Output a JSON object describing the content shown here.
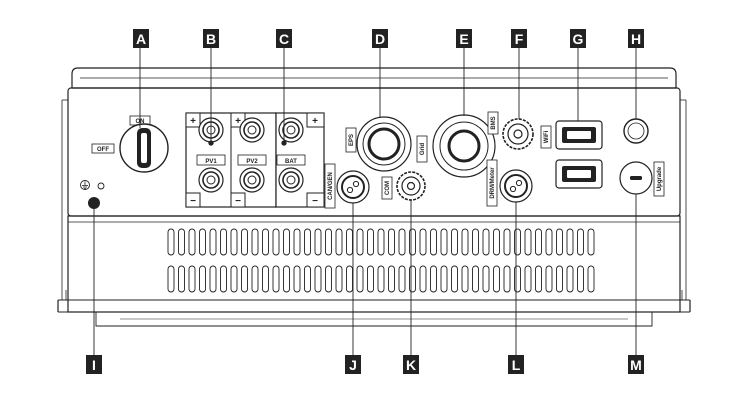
{
  "callouts": {
    "A": "A",
    "B": "B",
    "C": "C",
    "D": "D",
    "E": "E",
    "F": "F",
    "G": "G",
    "H": "H",
    "I": "I",
    "J": "J",
    "K": "K",
    "L": "L",
    "M": "M"
  },
  "labels": {
    "on": "ON",
    "off": "OFF",
    "pv1": "PV1",
    "pv2": "PV2",
    "bat": "BAT",
    "eps": "EPS",
    "grid": "Grid",
    "bms": "BMS",
    "wifi": "WiFi",
    "cangen": "CAN/GEN",
    "com": "COM",
    "drm": "DRM/Meter",
    "upgrade": "Upgrade",
    "plus": "+",
    "minus": "−",
    "ground": "⏚"
  }
}
